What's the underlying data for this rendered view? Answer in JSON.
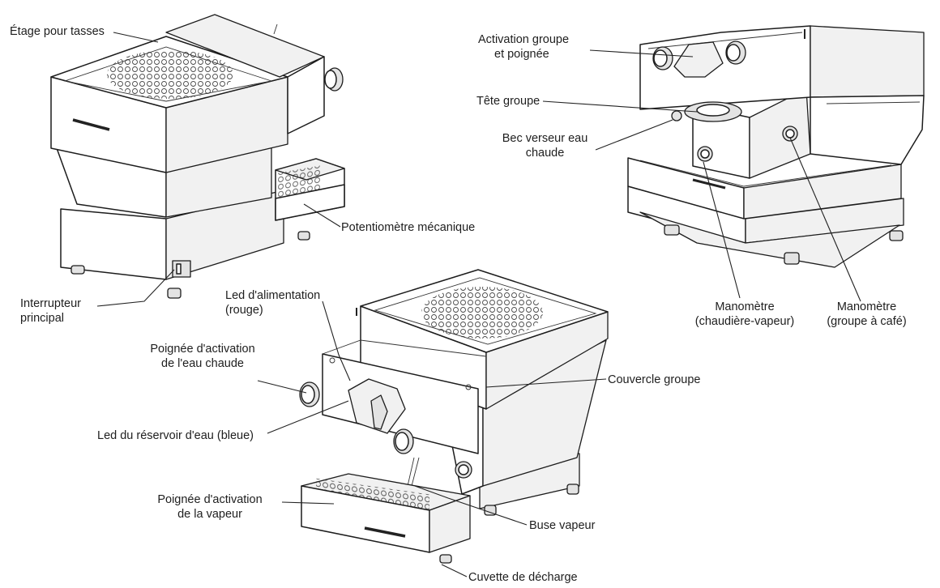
{
  "labels": {
    "etage_tasses": "Étage pour tasses",
    "potentiometre": "Potentiomètre mécanique",
    "interrupteur_l1": "Interrupteur",
    "interrupteur_l2": "principal",
    "activation_groupe_l1": "Activation groupe",
    "activation_groupe_l2": "et poignée",
    "tete_groupe": "Tête groupe",
    "bec_verseur_l1": "Bec verseur eau",
    "bec_verseur_l2": "chaude",
    "manometre_vapeur_l1": "Manomètre",
    "manometre_vapeur_l2": "(chaudière-vapeur)",
    "manometre_cafe_l1": "Manomètre",
    "manometre_cafe_l2": "(groupe à café)",
    "led_alim_l1": "Led d'alimentation",
    "led_alim_l2": "(rouge)",
    "poignee_eau_l1": "Poignée d'activation",
    "poignee_eau_l2": "de l'eau chaude",
    "couvercle_groupe": "Couvercle groupe",
    "led_reservoir": "Led du réservoir d'eau (bleue)",
    "poignee_vapeur_l1": "Poignée d'activation",
    "poignee_vapeur_l2": "de la vapeur",
    "buse_vapeur": "Buse vapeur",
    "cuvette": "Cuvette de décharge"
  },
  "colors": {
    "line": "#1c1c1c",
    "text": "#1e1e1e",
    "background": "#ffffff"
  }
}
